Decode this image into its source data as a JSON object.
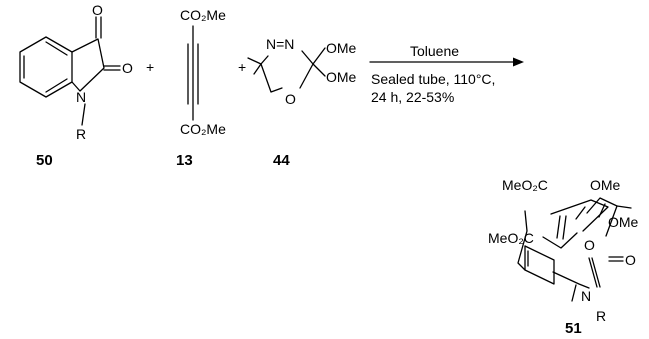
{
  "reaction": {
    "plus_sign": "+",
    "conditions": {
      "above_arrow": "Toluene",
      "below_line_1": "Sealed tube, 110°C,",
      "below_line_2": "24 h, 22-53%"
    }
  },
  "compounds": {
    "isatin": {
      "number": "50",
      "atom_O_keto": "O",
      "atom_O_lactam": "O",
      "atom_N": "N",
      "substituent_R": "R"
    },
    "alkyne": {
      "number": "13",
      "ester_top": "CO₂Me",
      "ester_bottom": "CO₂Me"
    },
    "oxadiazoline": {
      "number": "44",
      "atom_N_ring": "N=N",
      "atom_O_ring": "O",
      "methoxy_top": "OMe",
      "methoxy_bottom": "OMe"
    },
    "product": {
      "number": "51",
      "ester_upper": "MeO₂C",
      "ester_lower": "MeO₂C",
      "methoxy_top": "OMe",
      "methoxy_right": "OMe",
      "atom_O_ring": "O",
      "atom_O_lactam": "O",
      "atom_N": "N",
      "substituent_R": "R"
    }
  }
}
